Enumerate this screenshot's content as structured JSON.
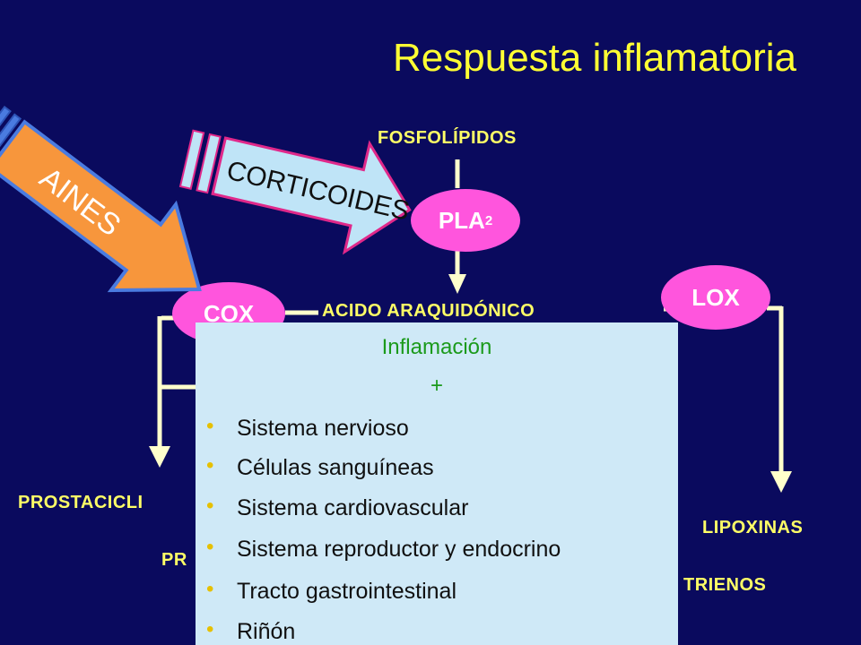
{
  "title": "Respuesta inflamatoria",
  "nodes": {
    "fosfolipidos": "FOSFOLÍPIDOS",
    "pla2": "PLA",
    "pla2_sub": "2",
    "acido": "ACIDO ARAQUIDÓNICO",
    "cox": "COX",
    "lox": "LOX",
    "prostaciclinas": "PROSTACICLI",
    "prostaglandinas": "PR",
    "lipoxinas": "LIPOXINAS",
    "leucotrienos": "TRIENOS"
  },
  "inhibitors": {
    "aines": "AINES",
    "corticoides": "CORTICOIDES"
  },
  "info_box": {
    "title": "Inflamación",
    "plus": "+",
    "items": [
      "Sistema nervioso",
      "Células sanguíneas",
      "Sistema cardiovascular",
      "Sistema reproductor y endocrino",
      "Tracto gastrointestinal",
      "Riñón"
    ]
  },
  "colors": {
    "background": "#0a0a5e",
    "title": "#ffff33",
    "labels": "#ffff66",
    "enzyme": "#ff55dd",
    "aines_arrow": "#f7963c",
    "corticoides_arrow": "#bfe4f7",
    "info_box": "#cfe9f7",
    "connector": "#ffffcc"
  }
}
